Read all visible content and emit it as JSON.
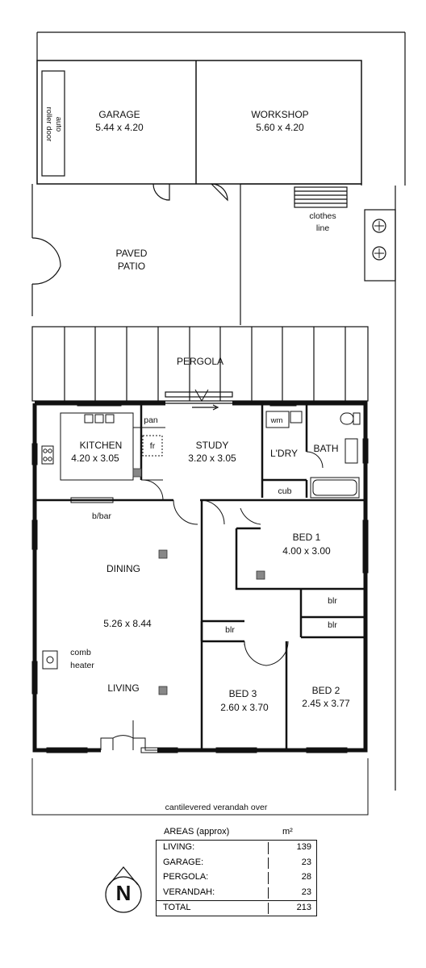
{
  "rooms": {
    "garage": {
      "name": "GARAGE",
      "dims": "5.44 x 4.20"
    },
    "workshop": {
      "name": "WORKSHOP",
      "dims": "5.60 x 4.20"
    },
    "roller_door": {
      "line1": "auto",
      "line2": "roller door"
    },
    "clothes_line": {
      "line1": "clothes",
      "line2": "line"
    },
    "patio": {
      "line1": "PAVED",
      "line2": "PATIO"
    },
    "pergola": {
      "name": "PERGOLA"
    },
    "kitchen": {
      "name": "KITCHEN",
      "dims": "4.20 x 3.05"
    },
    "pan": {
      "name": "pan"
    },
    "fridge": {
      "name": "fr"
    },
    "study": {
      "name": "STUDY",
      "dims": "3.20 x 3.05"
    },
    "wm": {
      "name": "wm"
    },
    "laundry": {
      "name": "L'DRY"
    },
    "bath": {
      "name": "BATH"
    },
    "cub": {
      "name": "cub"
    },
    "bbar": {
      "name": "b/bar"
    },
    "bed1": {
      "name": "BED 1",
      "dims": "4.00 x 3.00"
    },
    "blr1": {
      "name": "blr"
    },
    "blr2": {
      "name": "blr"
    },
    "blr3": {
      "name": "blr"
    },
    "dining": {
      "name": "DINING"
    },
    "dining_living_dims": {
      "dims": "5.26 x 8.44"
    },
    "heater": {
      "line1": "comb",
      "line2": "heater"
    },
    "living": {
      "name": "LIVING"
    },
    "bed3": {
      "name": "BED 3",
      "dims": "2.60 x 3.70"
    },
    "bed2": {
      "name": "BED 2",
      "dims": "2.45 x 3.77"
    },
    "verandah": {
      "name": "cantilevered verandah over"
    }
  },
  "areas": {
    "heading": "AREAS (approx)",
    "unit": "m²",
    "rows": [
      {
        "name": "LIVING:",
        "value": "139"
      },
      {
        "name": "GARAGE:",
        "value": "23"
      },
      {
        "name": "PERGOLA:",
        "value": "28"
      },
      {
        "name": "VERANDAH:",
        "value": "23"
      }
    ],
    "total": {
      "name": "TOTAL",
      "value": "213"
    }
  },
  "compass": {
    "letter": "N"
  }
}
